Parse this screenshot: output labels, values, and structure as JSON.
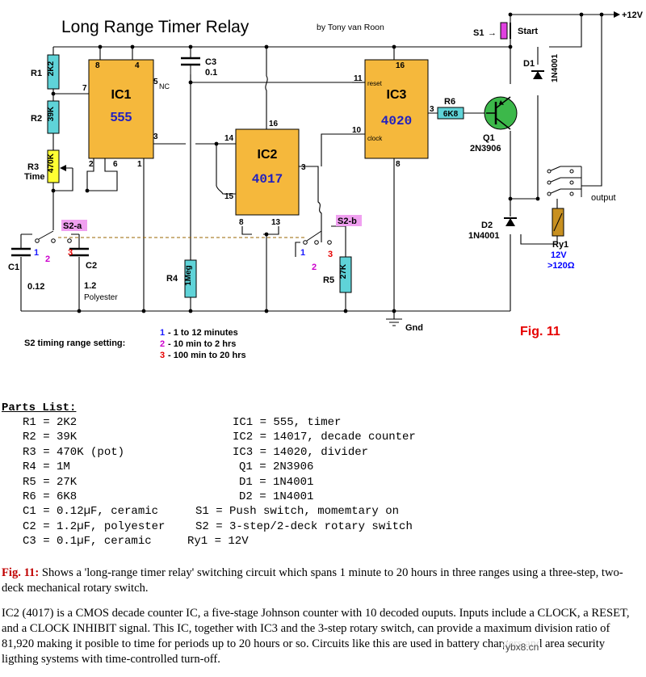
{
  "diagram": {
    "title": "Long Range Timer Relay",
    "author": "by Tony van Roon",
    "figure": "Fig. 11",
    "supply": "+12V",
    "ground": "Gnd",
    "start": "Start",
    "s1": "S1",
    "output": "output",
    "ics": {
      "ic1": {
        "name": "IC1",
        "part": "555"
      },
      "ic2": {
        "name": "IC2",
        "part": "4017"
      },
      "ic3": {
        "name": "IC3",
        "part": "4020"
      }
    },
    "pins": {
      "ic1": [
        "8",
        "4",
        "7",
        "5",
        "NC",
        "2",
        "6",
        "3",
        "1"
      ],
      "ic2": [
        "16",
        "14",
        "15",
        "3",
        "8",
        "13"
      ],
      "ic3": [
        "16",
        "11",
        "reset",
        "10",
        "clock",
        "3",
        "8"
      ]
    },
    "resistors": [
      {
        "label": "R1",
        "value": "2K2"
      },
      {
        "label": "R2",
        "value": "39K"
      },
      {
        "label": "R3",
        "value": "470K",
        "note": "Time"
      },
      {
        "label": "R4",
        "value": "1Meg"
      },
      {
        "label": "R5",
        "value": "27K"
      },
      {
        "label": "R6",
        "value": "6K8"
      }
    ],
    "capacitors": [
      {
        "label": "C1",
        "value": "0.12"
      },
      {
        "label": "C2",
        "value": "1.2",
        "note": "Polyester"
      },
      {
        "label": "C3",
        "value": "0.1"
      }
    ],
    "semis": {
      "q1": {
        "label": "Q1",
        "part": "2N3906"
      },
      "d1": {
        "label": "D1",
        "part": "1N4001"
      },
      "d2": {
        "label": "D2",
        "part": "1N4001"
      }
    },
    "relay": {
      "label": "Ry1",
      "v": "12V",
      "r": ">120Ω"
    },
    "switch_a": "S2-a",
    "switch_b": "S2-b",
    "positions": [
      "1",
      "2",
      "3"
    ],
    "range_title": "S2 timing range setting:",
    "ranges": [
      {
        "num": "1",
        "text": "- 1 to 12 minutes",
        "color": "#1a1aff"
      },
      {
        "num": "2",
        "text": "- 10 min to 2 hrs",
        "color": "#cc00cc"
      },
      {
        "num": "3",
        "text": "- 100 min to 20 hrs",
        "color": "#e60000"
      }
    ],
    "colors": {
      "ic": "#f5b83c",
      "resistor": "#5fd3d8",
      "pot": "#ffff33",
      "switch_label": "#f0a0f0",
      "wire": "#000000",
      "dash": "#996600",
      "figure": "#e60000",
      "relay_coil": "#c89020",
      "relay_text": "#0000ff"
    }
  },
  "parts_list": {
    "title": "Parts List:",
    "left": [
      "R1 = 2K2",
      "R2 = 39K",
      "R3 = 470K (pot)",
      "R4 = 1M",
      "R5 = 27K",
      "R6 = 6K8",
      "C1 = 0.12µF, ceramic",
      "C2 = 1.2µF, polyester",
      "C3 = 0.1µF, ceramic"
    ],
    "right": [
      "IC1 = 555, timer",
      "IC2 = 14017, decade counter",
      "IC3 = 14020, divider",
      "Q1 = 2N3906",
      "D1 = 1N4001",
      "D2 = 1N4001",
      "S1 = Push switch, momemtary on",
      "S2 = 3-step/2-deck rotary switch",
      "Ry1 = 12V"
    ]
  },
  "description": {
    "fig_ref": "Fig. 11:",
    "p1": " Shows a 'long-range timer relay' switching circuit which spans 1 minute to 20 hours in three ranges using a three-step, two-deck mechanical rotary switch.",
    "p2": "IC2 (4017) is a CMOS decade counter IC, a five-stage Johnson counter with 10 decoded ouputs. Inputs include a CLOCK, a RESET, and a CLOCK INHIBIT signal. This IC, together with IC3 and the 3-step rotary switch, can provide a maximum division ratio of 81,920 making it posible to time for periods up to 20 hours or so. Circuits like this are used in battery chargers and area security ligthing systems with time-controlled turn-off."
  },
  "watermark": "ybx8.cn"
}
